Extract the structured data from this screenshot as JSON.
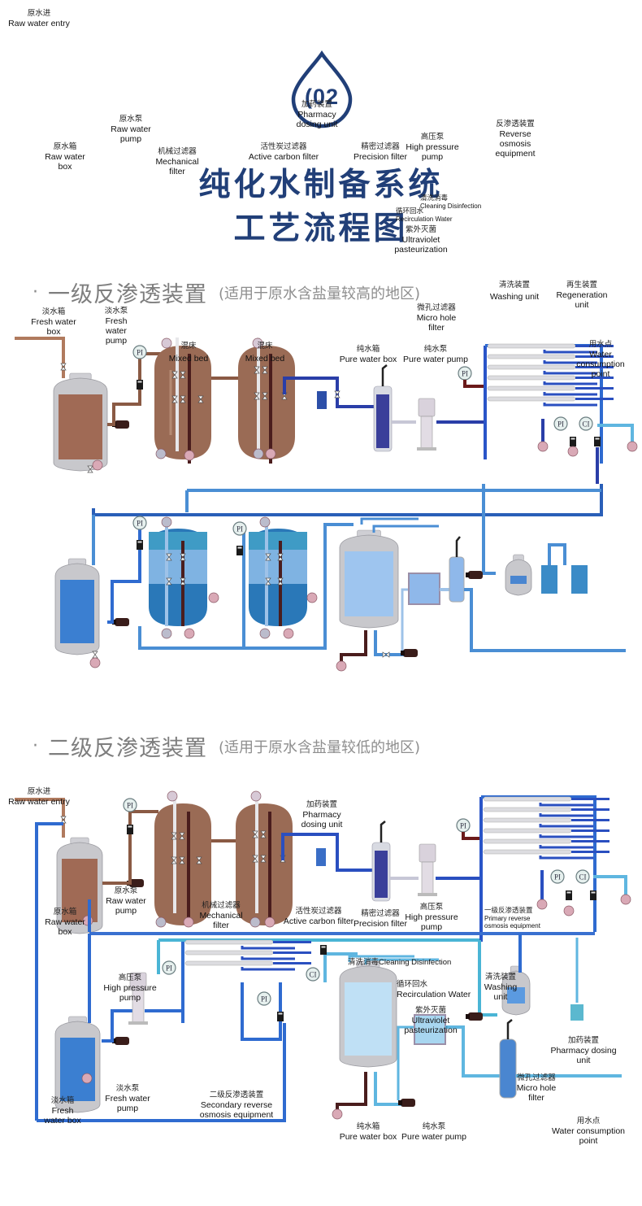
{
  "badge": {
    "number": "02",
    "icon": "water-drop-icon",
    "color": "#213f78"
  },
  "title": {
    "line1": "纯化水制备系统",
    "line2": "工艺流程图",
    "color": "#213f78"
  },
  "sections": [
    {
      "bullet": "·",
      "name": "一级反渗透装置",
      "note": "(适用于原水含盐量较高的地区)",
      "labels": {
        "raw_entry": {
          "cn": "原水进",
          "en": "Raw water entry"
        },
        "raw_box": {
          "cn": "原水箱",
          "en1": "Raw water",
          "en2": "box"
        },
        "raw_pump": {
          "cn": "原水泵",
          "en1": "Raw water",
          "en2": "pump"
        },
        "mech_filter": {
          "cn": "机械过滤器",
          "en1": "Mechanical",
          "en2": "filter"
        },
        "carbon_filter": {
          "cn": "活性炭过滤器",
          "en": "Active carbon filter"
        },
        "dosing": {
          "cn": "加药装置",
          "en1": "Pharmacy",
          "en2": "dosing unit"
        },
        "precision": {
          "cn": "精密过滤器",
          "en": "Precision filter"
        },
        "hp_pump": {
          "cn": "高压泵",
          "en1": "High pressure",
          "en2": "pump"
        },
        "ro": {
          "cn": "反渗透装置",
          "en1": "Reverse",
          "en2": "osmosis",
          "en3": "equipment"
        },
        "fresh_box": {
          "cn": "淡水箱",
          "en1": "Fresh water",
          "en2": "box"
        },
        "fresh_pump": {
          "cn": "淡水泵",
          "en1": "Fresh",
          "en2": "water",
          "en3": "pump"
        },
        "mixed_bed_1": {
          "cn": "混床",
          "en": "Mixed bed"
        },
        "mixed_bed_2": {
          "cn": "混床",
          "en": "Mixed bed"
        },
        "cleaning": {
          "cn": "清洗消毒",
          "en": "Cleaning Disinfection"
        },
        "recirculation": {
          "cn": "循环回水",
          "en": "Recirculation Water"
        },
        "uv": {
          "cn": "紫外灭菌",
          "en1": "Ultraviolet",
          "en2": "pasteurization"
        },
        "micro": {
          "cn": "微孔过滤器",
          "en1": "Micro hole",
          "en2": "filter"
        },
        "washing": {
          "cn": "清洗装置",
          "en": "Washing unit"
        },
        "regen": {
          "cn": "再生装置",
          "en1": "Regeneration",
          "en2": "unit"
        },
        "pure_box": {
          "cn": "纯水箱",
          "en": "Pure water box"
        },
        "pure_pump": {
          "cn": "纯水泵",
          "en": "Pure water pump"
        },
        "consumption": {
          "cn": "用水点",
          "en1": "Water",
          "en2": "consumption",
          "en3": "point"
        }
      }
    },
    {
      "bullet": "·",
      "name": "二级反渗透装置",
      "note": "(适用于原水含盐量较低的地区)",
      "labels": {
        "raw_entry": {
          "cn": "原水进",
          "en": "Raw water entry"
        },
        "raw_box": {
          "cn": "原水箱",
          "en1": "Raw water",
          "en2": "box"
        },
        "raw_pump": {
          "cn": "原水泵",
          "en1": "Raw water",
          "en2": "pump"
        },
        "mech_filter": {
          "cn": "机械过滤器",
          "en1": "Mechanical",
          "en2": "filter"
        },
        "carbon_filter": {
          "cn": "活性炭过滤器",
          "en": "Active carbon filter"
        },
        "dosing": {
          "cn": "加药装置",
          "en1": "Pharmacy",
          "en2": "dosing unit"
        },
        "precision": {
          "cn": "精密过滤器",
          "en": "Precision filter"
        },
        "hp_pump": {
          "cn": "高压泵",
          "en1": "High pressure",
          "en2": "pump"
        },
        "primary_ro": {
          "cn": "一级反渗透装置",
          "en1": "Primary reverse",
          "en2": "osmosis equipment"
        },
        "hp_pump_2": {
          "cn": "高压泵",
          "en1": "High pressure",
          "en2": "pump"
        },
        "fresh_box": {
          "cn": "淡水箱",
          "en1": "Fresh",
          "en2": "water box"
        },
        "fresh_pump": {
          "cn": "淡水泵",
          "en1": "Fresh water",
          "en2": "pump"
        },
        "secondary_ro": {
          "cn": "二级反渗透装置",
          "en1": "Secondary reverse",
          "en2": "osmosis equipment"
        },
        "cleaning": {
          "cn": "清洗消毒",
          "en": "Cleaning Disinfection"
        },
        "recirculation": {
          "cn": "循环回水",
          "en": "Recirculation Water"
        },
        "uv": {
          "cn": "紫外灭菌",
          "en1": "Ultraviolet",
          "en2": "pasteurization"
        },
        "washing": {
          "cn": "清洗装置",
          "en1": "Washing",
          "en2": "unit"
        },
        "dosing_2": {
          "cn": "加药装置",
          "en1": "Pharmacy dosing",
          "en2": "unit"
        },
        "micro": {
          "cn": "微孔过滤器",
          "en1": "Micro hole",
          "en2": "filter"
        },
        "pure_box": {
          "cn": "纯水箱",
          "en": "Pure water box"
        },
        "pure_pump": {
          "cn": "纯水泵",
          "en": "Pure water pump"
        },
        "consumption": {
          "cn": "用水点",
          "en1": "Water consumption",
          "en2": "point"
        }
      }
    }
  ],
  "gauges": {
    "pressure": "PI",
    "conductivity": "CI"
  },
  "colors": {
    "raw_water": "#8a5a44",
    "tank_raw": "#a8705a",
    "pipe_blue": "#2f6bd0",
    "pipe_light": "#5fb6e0",
    "pipe_dark": "#4b2020",
    "tank_blue": "#3b7fd1",
    "tank_pure": "#9ec5ef",
    "steel": "#c8c8cc",
    "valve_pink": "#d9a9b6"
  }
}
